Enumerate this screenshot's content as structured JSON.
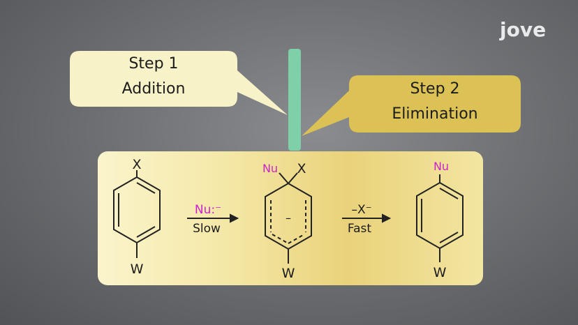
{
  "logo": {
    "text": "jove"
  },
  "callouts": {
    "step1": {
      "line1": "Step 1",
      "line2": "Addition"
    },
    "step2": {
      "line1": "Step 2",
      "line2": "Elimination"
    }
  },
  "reaction": {
    "reactant": {
      "top_sub": "X",
      "bottom_sub": "W"
    },
    "arrow1": {
      "reagent": "Nu:⁻",
      "condition": "Slow"
    },
    "intermediate": {
      "nu": "Nu",
      "x": "X",
      "charge": "–",
      "bottom_sub": "W"
    },
    "arrow2": {
      "reagent": "–X⁻",
      "condition": "Fast"
    },
    "product": {
      "top_sub": "Nu",
      "bottom_sub": "W"
    }
  },
  "colors": {
    "bubble1": "#f8f2c8",
    "bubble2": "#dcc255",
    "divider": "#7fcfa8",
    "nucleophile": "#cc22cc",
    "panel": "#f2e39c"
  }
}
